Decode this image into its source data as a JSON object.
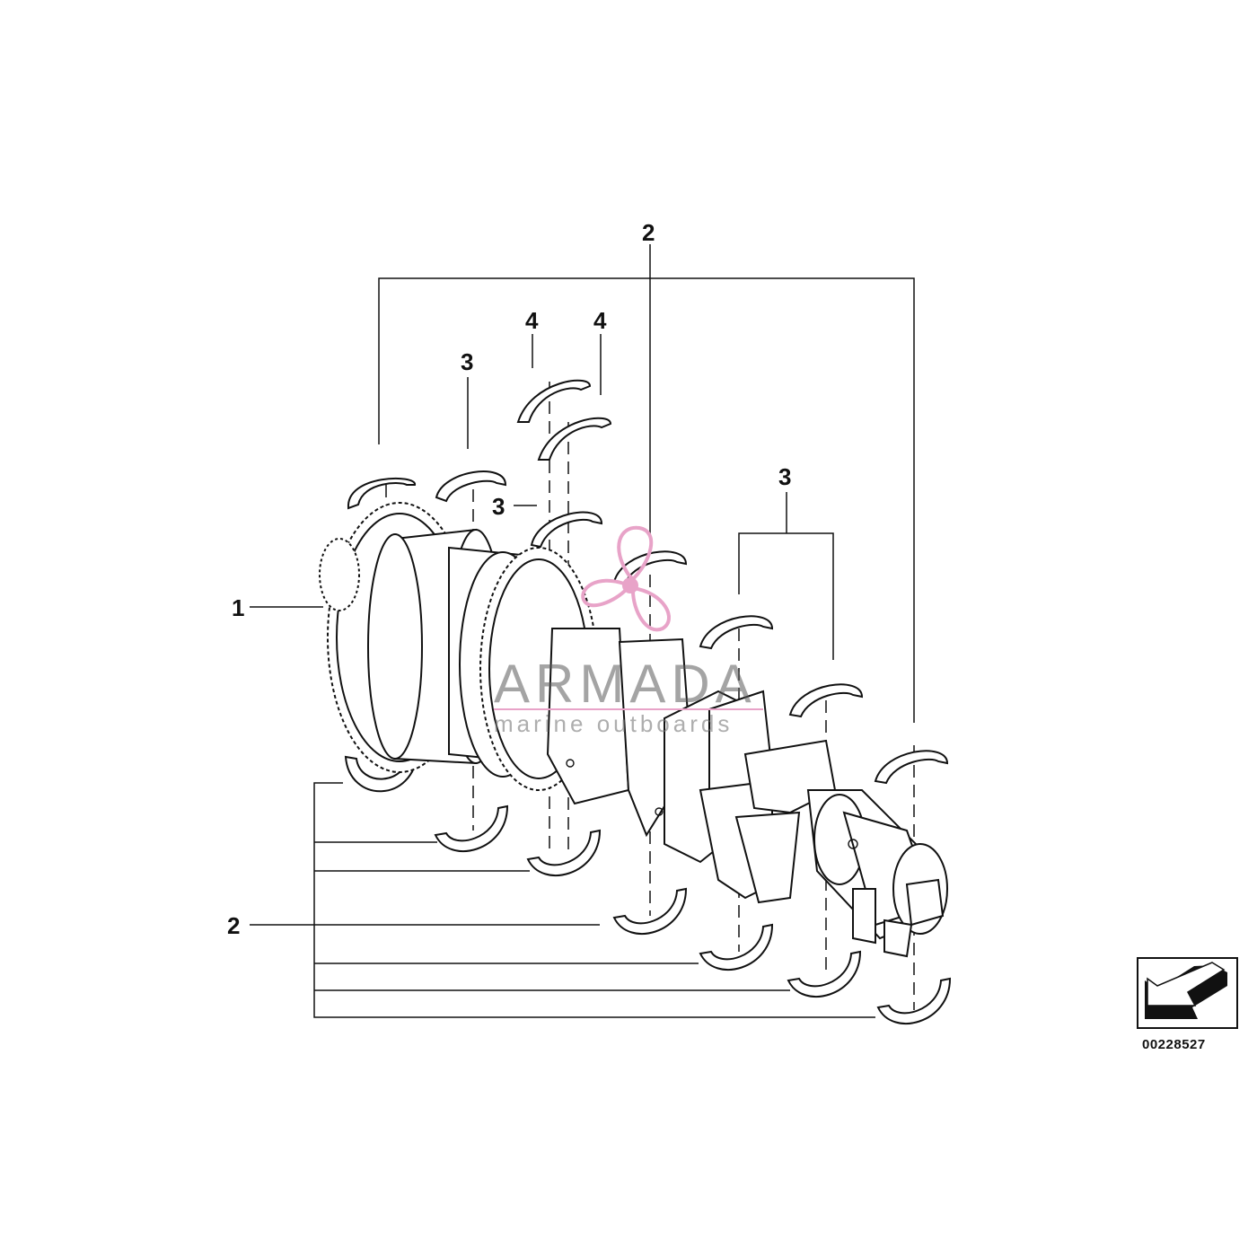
{
  "diagram": {
    "callouts": {
      "c1": "1",
      "c2_top": "2",
      "c2_left": "2",
      "c3_a": "3",
      "c3_b": "3",
      "c3_c": "3",
      "c4_a": "4",
      "c4_b": "4"
    },
    "part_number": "00228527",
    "watermark": {
      "brand": "ARMADA",
      "tagline": "marine outboards",
      "color": "#e8a3c8"
    }
  }
}
